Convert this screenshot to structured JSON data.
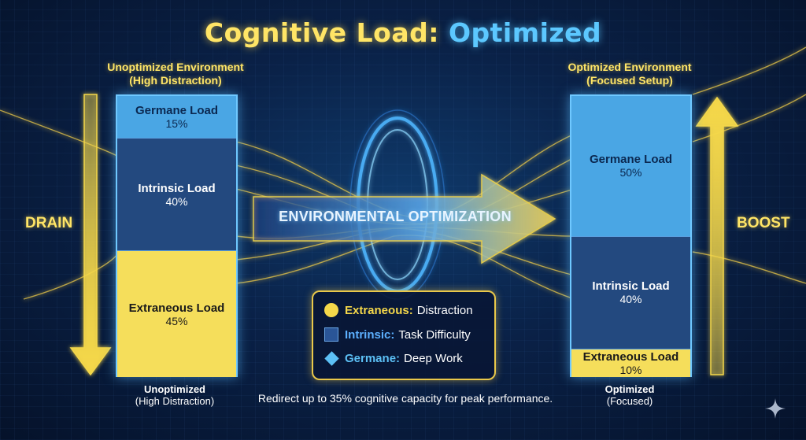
{
  "title_part1": "Cognitive Load:",
  "title_part2": "Optimized",
  "left": {
    "heading_line1": "Unoptimized Environment",
    "heading_line2": "(High Distraction)",
    "side_word": "DRAIN",
    "caption_line1": "Unoptimized",
    "caption_line2": "(High Distraction)",
    "segments": [
      {
        "label": "Germane Load",
        "pct_text": "15%",
        "value": 15
      },
      {
        "label": "Intrinsic Load",
        "pct_text": "40%",
        "value": 40
      },
      {
        "label": "Extraneous Load",
        "pct_text": "45%",
        "value": 45
      }
    ]
  },
  "right": {
    "heading_line1": "Optimized Environment",
    "heading_line2": "(Focused Setup)",
    "side_word": "BOOST",
    "caption_line1": "Optimized",
    "caption_line2": "(Focused)",
    "segments": [
      {
        "label": "Germane Load",
        "pct_text": "50%",
        "value": 50
      },
      {
        "label": "Intrinsic Load",
        "pct_text": "40%",
        "value": 40
      },
      {
        "label": "Extraneous Load",
        "pct_text": "10%",
        "value": 10
      }
    ]
  },
  "center_arrow_label": "ENVIRONMENTAL OPTIMIZATION",
  "legend": [
    {
      "key": "Extraneous:",
      "desc": "Distraction",
      "shape": "circle",
      "color": "#f5d84a"
    },
    {
      "key": "Intrinsic:",
      "desc": "Task Difficulty",
      "shape": "square",
      "color": "#2a5597"
    },
    {
      "key": "Germane:",
      "desc": "Deep Work",
      "shape": "diamond",
      "color": "#5cc0f5"
    }
  ],
  "footer": "Redirect up to 35% cognitive capacity for peak performance.",
  "colors": {
    "germane": "#4aa6e4",
    "intrinsic": "#23497f",
    "extraneous": "#f5de5b",
    "accent_yellow": "#ffe566",
    "accent_blue": "#5cc8ff"
  },
  "chart_data": {
    "type": "bar",
    "stacked": true,
    "categories": [
      "Unoptimized",
      "Optimized"
    ],
    "series": [
      {
        "name": "Germane Load",
        "values": [
          15,
          50
        ]
      },
      {
        "name": "Intrinsic Load",
        "values": [
          40,
          40
        ]
      },
      {
        "name": "Extraneous Load",
        "values": [
          45,
          10
        ]
      }
    ],
    "title": "Cognitive Load: Optimized",
    "ylim": [
      0,
      100
    ]
  }
}
